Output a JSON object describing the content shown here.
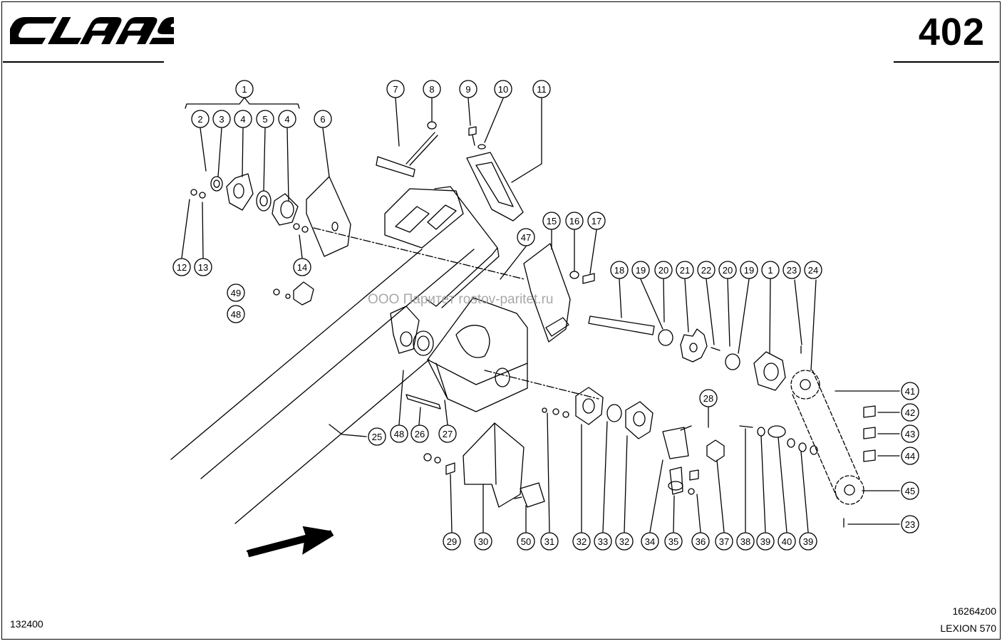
{
  "header": {
    "brand": "CLAAS",
    "page_number": "402"
  },
  "watermark": "ООО Паритет   rostov-paritet.ru",
  "footer": {
    "left_code": "132400",
    "drawing_code": "16264z00",
    "model": "LEXION 570"
  },
  "callouts": [
    {
      "label": "1"
    },
    {
      "label": "2"
    },
    {
      "label": "3"
    },
    {
      "label": "4"
    },
    {
      "label": "5"
    },
    {
      "label": "4"
    },
    {
      "label": "6"
    },
    {
      "label": "7"
    },
    {
      "label": "8"
    },
    {
      "label": "9"
    },
    {
      "label": "10"
    },
    {
      "label": "11"
    },
    {
      "label": "12"
    },
    {
      "label": "13"
    },
    {
      "label": "14"
    },
    {
      "label": "47"
    },
    {
      "label": "15"
    },
    {
      "label": "16"
    },
    {
      "label": "17"
    },
    {
      "label": "49"
    },
    {
      "label": "48"
    },
    {
      "label": "18"
    },
    {
      "label": "19"
    },
    {
      "label": "20"
    },
    {
      "label": "21"
    },
    {
      "label": "22"
    },
    {
      "label": "20"
    },
    {
      "label": "19"
    },
    {
      "label": "1"
    },
    {
      "label": "23"
    },
    {
      "label": "24"
    },
    {
      "label": "41"
    },
    {
      "label": "42"
    },
    {
      "label": "43"
    },
    {
      "label": "44"
    },
    {
      "label": "45"
    },
    {
      "label": "23"
    },
    {
      "label": "28"
    },
    {
      "label": "25"
    },
    {
      "label": "48"
    },
    {
      "label": "26"
    },
    {
      "label": "27"
    },
    {
      "label": "29"
    },
    {
      "label": "30"
    },
    {
      "label": "50"
    },
    {
      "label": "31"
    },
    {
      "label": "32"
    },
    {
      "label": "33"
    },
    {
      "label": "32"
    },
    {
      "label": "34"
    },
    {
      "label": "35"
    },
    {
      "label": "36"
    },
    {
      "label": "37"
    },
    {
      "label": "38"
    },
    {
      "label": "39"
    },
    {
      "label": "40"
    },
    {
      "label": "39"
    }
  ]
}
